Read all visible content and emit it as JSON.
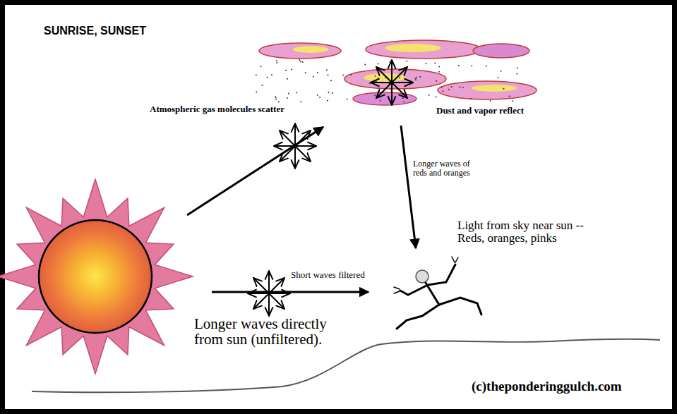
{
  "diagram": {
    "title": "SUNRISE, SUNSET",
    "labels": [
      "Atmospheric gas molecules scatter",
      "Dust and vapor reflect",
      "Longer waves of reds and oranges",
      "Light from sky near sun --Reds, oranges, pinks",
      "Short waves filtered",
      "Longer waves directly from sun (unfiltered).",
      "(c)theponderinggulch.com"
    ]
  }
}
